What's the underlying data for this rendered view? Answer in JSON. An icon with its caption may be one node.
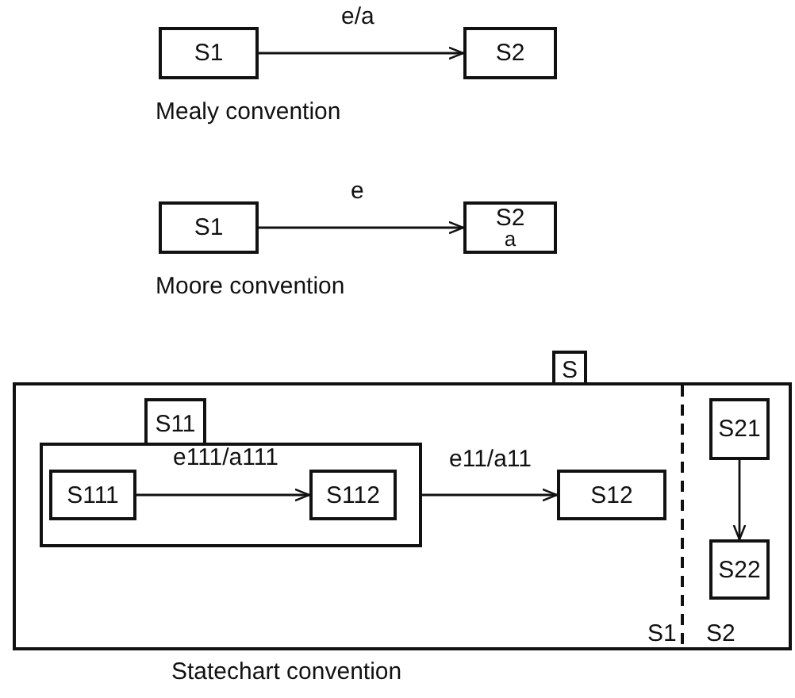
{
  "diagram": {
    "nodes": [
      {
        "text": [
          "S1"
        ]
      },
      {
        "text": [
          "S2"
        ]
      },
      {
        "text": [
          "S1"
        ]
      },
      {
        "text": [
          "S2",
          "a"
        ]
      },
      {
        "text": [
          "S"
        ]
      },
      {
        "text": [
          "S11"
        ],
        "in": 4
      },
      {
        "text": [
          "S111"
        ],
        "in": 5
      },
      {
        "text": [
          "S112"
        ],
        "in": 5
      },
      {
        "text": [
          "S12"
        ],
        "in": 4
      },
      {
        "text": [
          "S21"
        ],
        "in": 4
      },
      {
        "text": [
          "S22"
        ],
        "in": 4
      }
    ],
    "edges": [
      {
        "from": 0,
        "to": 1,
        "arrow": "to",
        "label": "e/a"
      },
      {
        "from": 2,
        "to": 3,
        "arrow": "to",
        "label": "e"
      },
      {
        "from": 6,
        "to": 7,
        "arrow": "to",
        "label": "e111/a111"
      },
      {
        "from": 5,
        "to": 8,
        "arrow": "to",
        "label": "e11/a11"
      },
      {
        "from": 9,
        "to": 10,
        "arrow": "to"
      }
    ],
    "labels": [
      "Mealy convention",
      "Moore convention",
      "S1",
      "S2",
      "Statechart convention"
    ]
  }
}
